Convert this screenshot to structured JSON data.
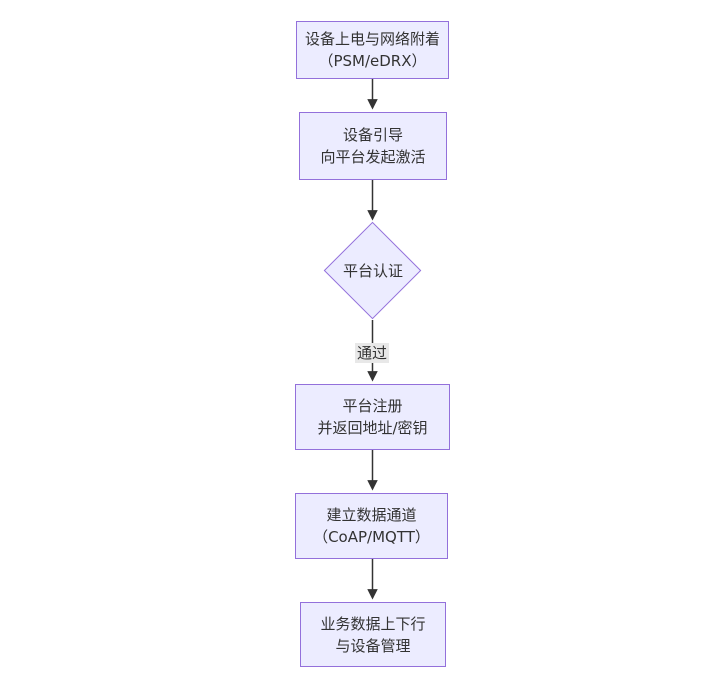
{
  "diagram": {
    "type": "flowchart",
    "direction": "top-down",
    "colors": {
      "node_fill": "#ECECFF",
      "node_border": "#9370DB",
      "text": "#333333",
      "edge_line": "#333333",
      "edge_label_bg": "#e8e8e8",
      "background": "#ffffff"
    },
    "nodes": [
      {
        "id": "power-attach",
        "shape": "rect",
        "line1": "设备上电与网络附着",
        "line2": "（PSM/eDRX）"
      },
      {
        "id": "bootstrap",
        "shape": "rect",
        "line1": "设备引导",
        "line2": "向平台发起激活"
      },
      {
        "id": "platform-auth",
        "shape": "diamond",
        "line1": "平台认证",
        "line2": ""
      },
      {
        "id": "register",
        "shape": "rect",
        "line1": "平台注册",
        "line2": "并返回地址/密钥"
      },
      {
        "id": "data-channel",
        "shape": "rect",
        "line1": "建立数据通道",
        "line2": "（CoAP/MQTT）"
      },
      {
        "id": "business-data",
        "shape": "rect",
        "line1": "业务数据上下行",
        "line2": "与设备管理"
      }
    ],
    "edges": [
      {
        "from": "power-attach",
        "to": "bootstrap",
        "label": ""
      },
      {
        "from": "bootstrap",
        "to": "platform-auth",
        "label": ""
      },
      {
        "from": "platform-auth",
        "to": "register",
        "label": "通过"
      },
      {
        "from": "register",
        "to": "data-channel",
        "label": ""
      },
      {
        "from": "data-channel",
        "to": "business-data",
        "label": ""
      }
    ]
  }
}
